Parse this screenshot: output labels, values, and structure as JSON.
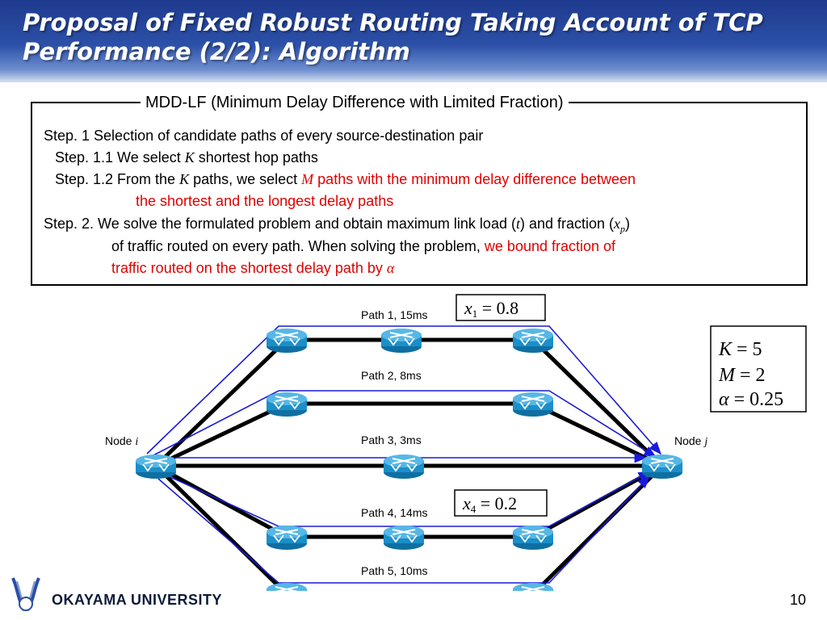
{
  "slide": {
    "title": "Proposal of Fixed Robust Routing Taking Account of TCP Performance (2/2): Algorithm",
    "page_number": "10",
    "university": "OKAYAMA UNIVERSITY"
  },
  "algorithm": {
    "name": "MDD-LF (Minimum Delay Difference with Limited Fraction)",
    "step1": "Step. 1  Selection of candidate paths of every source-destination pair",
    "step1_1_a": "Step. 1.1 We select ",
    "step1_1_var": "K",
    "step1_1_b": " shortest hop paths",
    "step1_2_a": "Step. 1.2 From the ",
    "step1_2_var_k": "K",
    "step1_2_b": " paths, we select ",
    "step1_2_var_m": "M",
    "step1_2_red_a": " paths with the minimum delay difference between",
    "step1_2_red_b": "the shortest and the longest delay paths",
    "step2_a": "Step. 2. We solve the formulated problem and obtain maximum link load (",
    "step2_var_t": "t",
    "step2_b": ") and fraction (",
    "step2_var_x": "x",
    "step2_var_p": "p",
    "step2_c": ")",
    "step2_line2_a": "of traffic routed on every path. When solving the problem, ",
    "step2_line2_red": "we bound fraction of",
    "step2_line3_red": "traffic routed on the shortest delay path by ",
    "step2_var_alpha": "α"
  },
  "diagram": {
    "node_i_label": "Node ",
    "node_i_var": "i",
    "node_j_label": "Node ",
    "node_j_var": "j",
    "paths": [
      {
        "label": "Path 1, 15ms"
      },
      {
        "label": "Path 2, 8ms"
      },
      {
        "label": "Path 3, 3ms"
      },
      {
        "label": "Path 4, 14ms"
      },
      {
        "label": "Path 5, 10ms"
      }
    ],
    "x1_var": "x",
    "x1_sub": "1",
    "x1_eq": " = 0.8",
    "x4_var": "x",
    "x4_sub": "4",
    "x4_eq": " = 0.2",
    "params": [
      {
        "var": "K",
        "eq": " = 5"
      },
      {
        "var": "M",
        "eq": " = 2"
      },
      {
        "var": "α",
        "eq": " = 0.25"
      }
    ],
    "colors": {
      "link": "#000000",
      "route": "#1a1adc",
      "router_fill": "#1b8fc9",
      "router_top": "#56b7e6"
    }
  }
}
